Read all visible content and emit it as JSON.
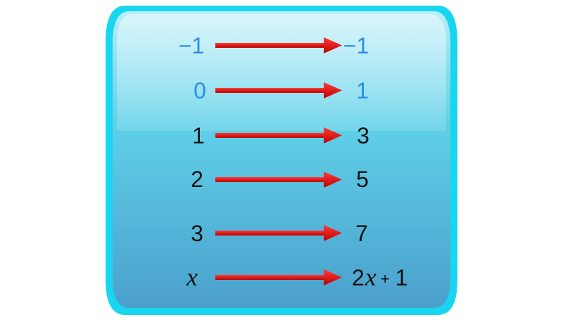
{
  "colors": {
    "input_highlight": "#2a8fe0",
    "text": "#111111",
    "arrow": "#e01010",
    "panel_top": "#c9f2fb",
    "panel_bottom": "#4aa8d0",
    "panel_rim": "#18d6ef"
  },
  "rows": [
    {
      "input": "−1",
      "output": "−1",
      "highlight": true
    },
    {
      "input": "0",
      "output": "1",
      "highlight": true
    },
    {
      "input": "1",
      "output": "3",
      "highlight": false
    },
    {
      "input": "2",
      "output": "5",
      "highlight": false
    },
    {
      "input": "3",
      "output": "7",
      "highlight": false
    }
  ],
  "rule": {
    "input_var": "x",
    "output_coef": "2",
    "output_var": "x",
    "output_plus": "+",
    "output_const": "1"
  }
}
